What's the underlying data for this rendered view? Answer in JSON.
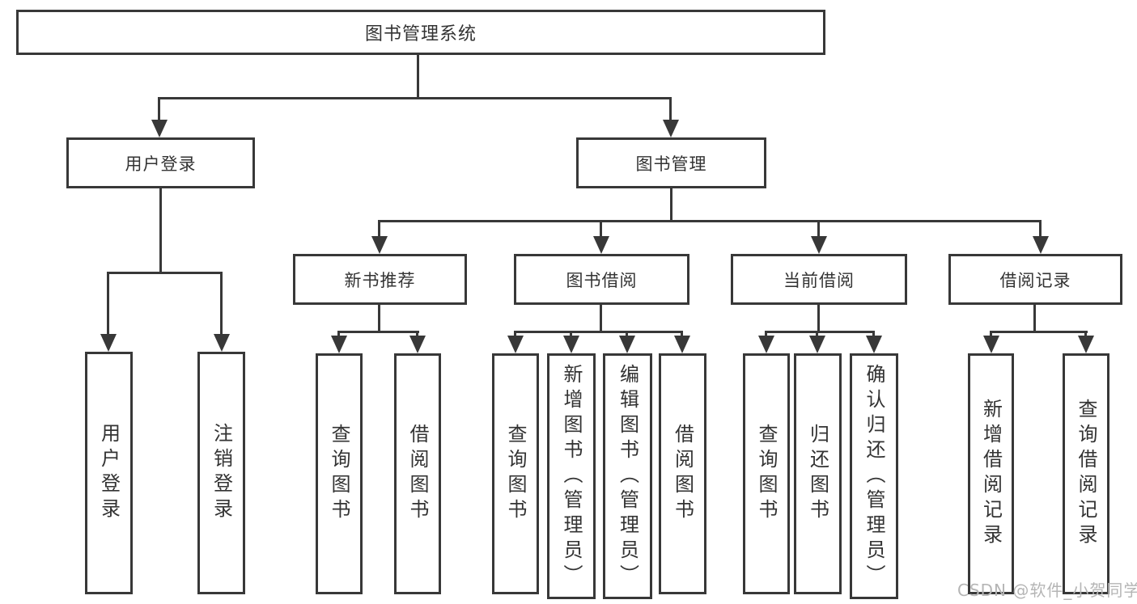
{
  "colors": {
    "line": "#383838",
    "text": "#333333",
    "watermark_color": "#b5b5b5",
    "background": "#ffffff"
  },
  "watermark": "CSDN @软件_小贺同学",
  "tree": {
    "root": {
      "label": "图书管理系统"
    },
    "branches": [
      {
        "label": "用户登录",
        "children": [
          {
            "label": "用户登录"
          },
          {
            "label": "注销登录"
          }
        ]
      },
      {
        "label": "图书管理",
        "children": [
          {
            "label": "新书推荐",
            "children": [
              {
                "label": "查询图书"
              },
              {
                "label": "借阅图书"
              }
            ]
          },
          {
            "label": "图书借阅",
            "children": [
              {
                "label": "查询图书"
              },
              {
                "label": "新增图书（管理员）"
              },
              {
                "label": "编辑图书（管理员）"
              },
              {
                "label": "借阅图书"
              }
            ]
          },
          {
            "label": "当前借阅",
            "children": [
              {
                "label": "查询图书"
              },
              {
                "label": "归还图书"
              },
              {
                "label": "确认归还（管理员）"
              }
            ]
          },
          {
            "label": "借阅记录",
            "children": [
              {
                "label": "新增借阅记录"
              },
              {
                "label": "查询借阅记录"
              }
            ]
          }
        ]
      }
    ]
  }
}
